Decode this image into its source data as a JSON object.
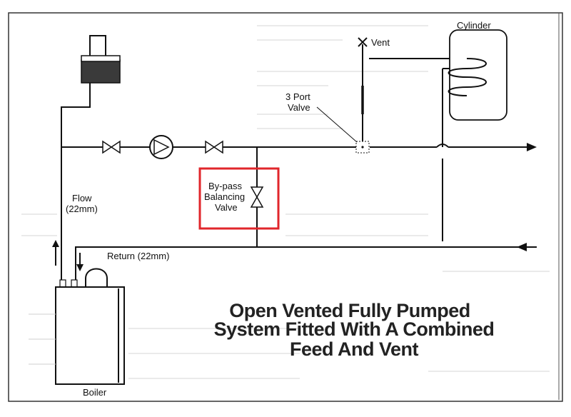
{
  "labels": {
    "cylinder": "Cylinder",
    "vent": "Vent",
    "three_port_1": "3 Port",
    "three_port_2": "Valve",
    "bypass_1": "By-pass",
    "bypass_2": "Balancing",
    "bypass_3": "Valve",
    "flow_1": "Flow",
    "flow_2": "(22mm)",
    "return": "Return (22mm)",
    "boiler": "Boiler"
  },
  "title": {
    "line1": "Open Vented Fully Pumped",
    "line2": "System Fitted With A Combined",
    "line3": "Feed And Vent"
  },
  "colors": {
    "line": "#1a1a1a",
    "highlight_box": "#e0262b",
    "tank_fill": "#3a3a3a"
  }
}
